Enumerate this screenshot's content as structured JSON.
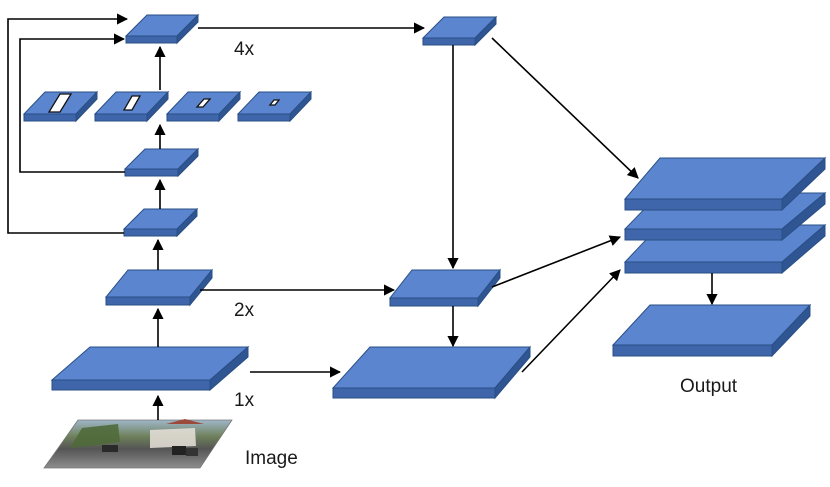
{
  "labels": {
    "scale_4x": "4x",
    "scale_2x": "2x",
    "scale_1x": "1x",
    "input": "Image",
    "output": "Output"
  },
  "colors": {
    "layer_top": "#5b86cf",
    "layer_front": "#3f66aa",
    "layer_side": "#2f5592",
    "arrow": "#000000"
  }
}
